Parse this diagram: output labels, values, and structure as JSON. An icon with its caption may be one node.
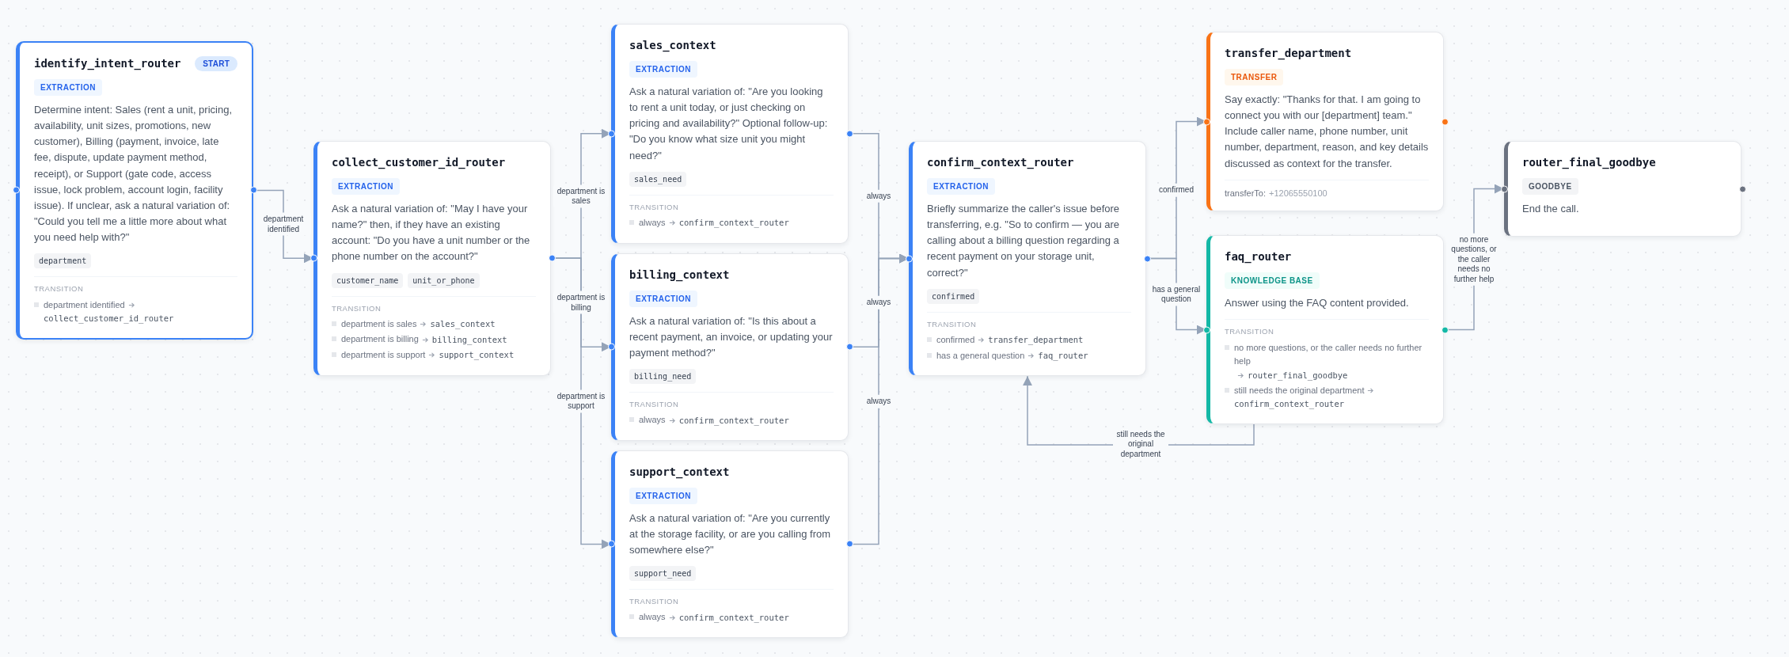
{
  "diagram": {
    "nodes": [
      {
        "text": [
          "identify_intent_router",
          "START",
          "EXTRACTION",
          "Determine intent: Sales (rent a unit, pricing, availability, unit sizes, promotions, new customer), Billing (payment, invoice, late fee, dispute, update payment method, receipt), or Support (gate code, access issue, lock problem, account login, facility issue). If unclear, ask a natural variation of: \"Could you tell me a little more about what you need help with?\"",
          "department",
          "TRANSITION",
          "department identified",
          "collect_customer_id_router"
        ]
      },
      {
        "text": [
          "collect_customer_id_router",
          "EXTRACTION",
          "Ask a natural variation of: \"May I have your name?\" then, if they have an existing account: \"Do you have a unit number or the phone number on the account?\"",
          "customer_name",
          "unit_or_phone",
          "TRANSITION",
          "department is sales",
          "sales_context",
          "department is billing",
          "billing_context",
          "department is support",
          "support_context"
        ]
      },
      {
        "text": [
          "sales_context",
          "EXTRACTION",
          "Ask a natural variation of: \"Are you looking to rent a unit today, or just checking on pricing and availability?\" Optional follow-up: \"Do you know what size unit you might need?\"",
          "sales_need",
          "TRANSITION",
          "always",
          "confirm_context_router"
        ]
      },
      {
        "text": [
          "billing_context",
          "EXTRACTION",
          "Ask a natural variation of: \"Is this about a recent payment, an invoice, or updating your payment method?\"",
          "billing_need",
          "TRANSITION",
          "always",
          "confirm_context_router"
        ]
      },
      {
        "text": [
          "support_context",
          "EXTRACTION",
          "Ask a natural variation of: \"Are you currently at the storage facility, or are you calling from somewhere else?\"",
          "support_need",
          "TRANSITION",
          "always",
          "confirm_context_router"
        ]
      },
      {
        "text": [
          "confirm_context_router",
          "EXTRACTION",
          "Briefly summarize the caller's issue before transferring, e.g. \"So to confirm — you are calling about a billing question regarding a recent payment on your storage unit, correct?\"",
          "confirmed",
          "TRANSITION",
          "confirmed",
          "transfer_department",
          "has a general question",
          "faq_router"
        ]
      },
      {
        "text": [
          "transfer_department",
          "TRANSFER",
          "Say exactly: \"Thanks for that. I am going to connect you with our [department] team.\" Include caller name, phone number, unit number, department, reason, and key details discussed as context for the transfer.",
          "transferTo:",
          "+12065550100"
        ]
      },
      {
        "text": [
          "faq_router",
          "KNOWLEDGE BASE",
          "Answer using the FAQ content provided.",
          "TRANSITION",
          "no more questions, or the caller needs no further help",
          "router_final_goodbye",
          "still needs the original department",
          "confirm_context_router"
        ]
      },
      {
        "text": [
          "router_final_goodbye",
          "GOODBYE",
          "End the call."
        ]
      }
    ],
    "edges": [
      {
        "from": 0,
        "to": 1,
        "arrow": "to",
        "label": "department identified"
      },
      {
        "from": 1,
        "to": 2,
        "arrow": "to",
        "label": "department is sales"
      },
      {
        "from": 1,
        "to": 3,
        "arrow": "to",
        "label": "department is billing"
      },
      {
        "from": 1,
        "to": 4,
        "arrow": "to",
        "label": "department is support"
      },
      {
        "from": 2,
        "to": 5,
        "arrow": "to",
        "label": "always"
      },
      {
        "from": 3,
        "to": 5,
        "arrow": "to",
        "label": "always"
      },
      {
        "from": 4,
        "to": 5,
        "arrow": "to",
        "label": "always"
      },
      {
        "from": 5,
        "to": 6,
        "arrow": "to",
        "label": "confirmed"
      },
      {
        "from": 5,
        "to": 7,
        "arrow": "to",
        "label": "has a general question"
      },
      {
        "from": 7,
        "to": 8,
        "arrow": "to",
        "label": "no more questions, or the caller needs no further help"
      },
      {
        "from": 7,
        "to": 5,
        "arrow": "to",
        "label": "still needs the original department"
      }
    ]
  }
}
